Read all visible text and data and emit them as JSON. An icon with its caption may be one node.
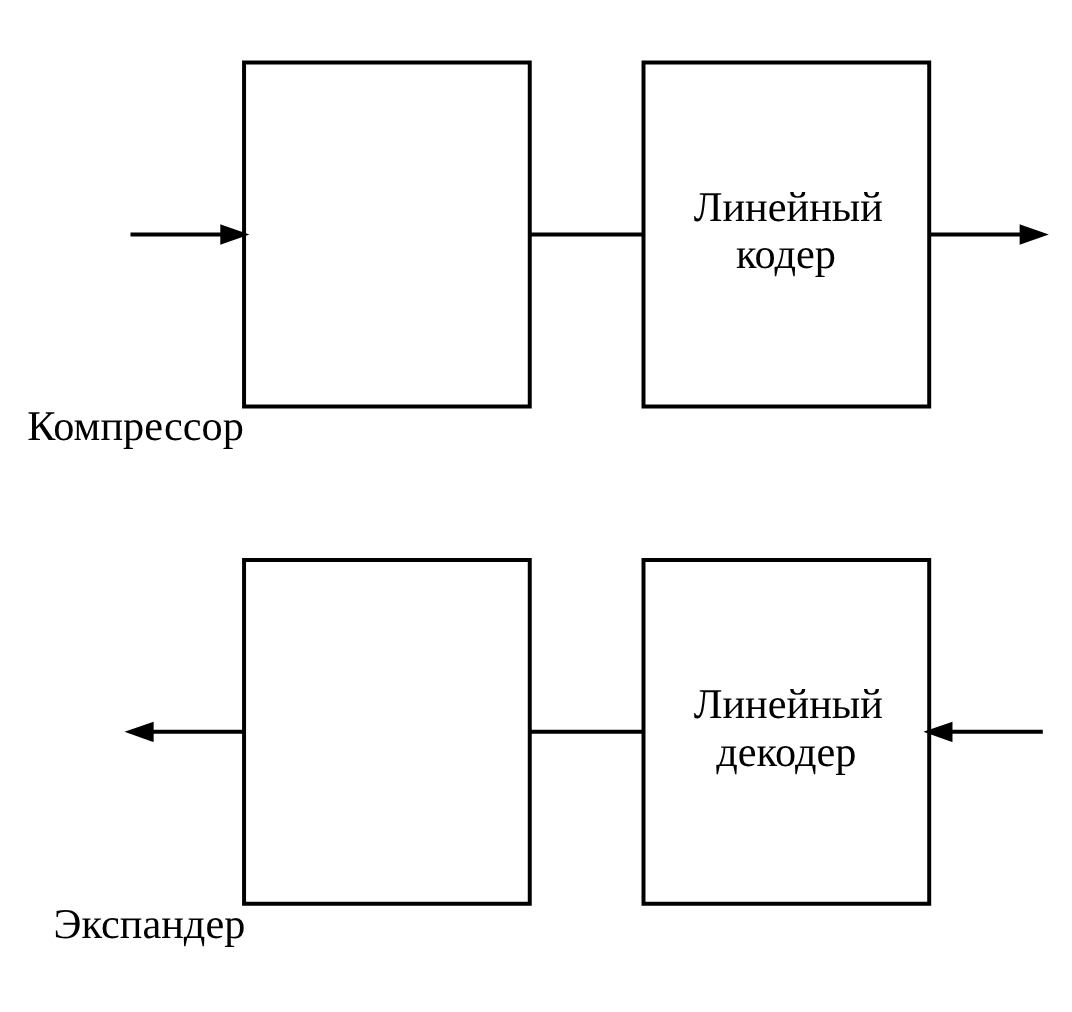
{
  "diagram": {
    "nodes": [
      {
        "text": [
          "Компрессор"
        ]
      },
      {
        "text": [
          "Линейный кодер"
        ]
      },
      {
        "text": [
          "Экспандер"
        ]
      },
      {
        "text": [
          "Линейный декодер"
        ]
      }
    ],
    "edges": [
      {
        "from": null,
        "to": 0,
        "arrow": "to"
      },
      {
        "from": 0,
        "to": 1,
        "arrow": "none"
      },
      {
        "from": 1,
        "to": null,
        "arrow": "to"
      },
      {
        "from": 2,
        "to": null,
        "arrow": "to"
      },
      {
        "from": 2,
        "to": 3,
        "arrow": "none"
      },
      {
        "from": null,
        "to": 3,
        "arrow": "to"
      }
    ]
  }
}
